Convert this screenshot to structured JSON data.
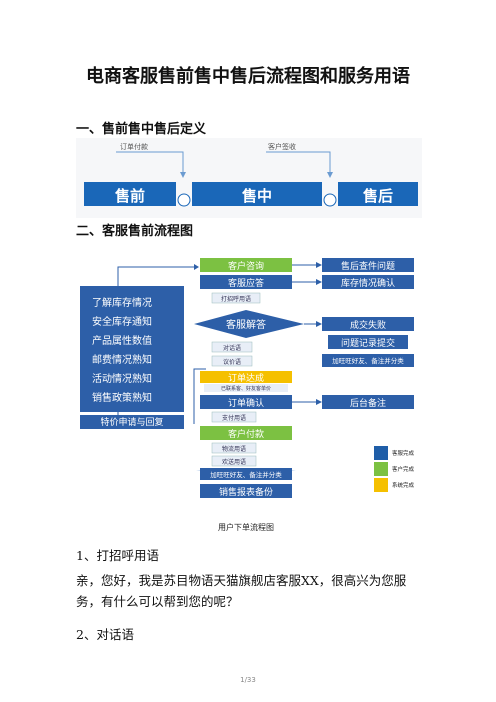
{
  "doc": {
    "title": "电商客服售前售中售后流程图和服务用语",
    "section1": "一、售前售中售后定义",
    "section2": "二、客服售前流程图",
    "item1": "1、打招呼用语",
    "greeting": "亲，您好，我是苏目物语天猫旗舰店客服XX，很高兴为您服务，有什么可以帮到您的呢？",
    "item2": "2、对话语",
    "page": "1/33"
  },
  "timeline": {
    "label_order_paid": "订单付款",
    "label_customer_signed": "客户签收",
    "stages": [
      "售前",
      "售中",
      "售后"
    ],
    "bar_color": "#1a67b8"
  },
  "flow": {
    "customer_consult": "客户咨询",
    "service_reply": "客服应答",
    "greeting_phrase": "打招呼用语",
    "service_answer": "客服解答",
    "dialog_phrase": "对话语",
    "objection_phrase": "议价语",
    "order_reached": "订单达成",
    "reached_note": "已联系客、好友客单价",
    "order_confirm": "订单确认",
    "payment_phrase": "支付用语",
    "customer_pay": "客户付款",
    "thanks_phrase": "物流用语",
    "farewell_phrase": "欢送用语",
    "add_friend": "加旺旺好友、备注并分类",
    "sales_backup": "销售报表备份",
    "after_sales": "售后查件问题",
    "stock_confirm": "库存情况确认",
    "deal_fail": "成交失败",
    "problem_submit": "问题记录提交",
    "add_friend_right": "加旺旺好友、备注并分类",
    "backend_note": "后台备注",
    "special_price": "特价申请与回复",
    "knowledge": [
      "了解库存情况",
      "安全库存通知",
      "产品属性数值",
      "邮费情况熟知",
      "活动情况熟知",
      "销售政策熟知"
    ],
    "caption": "用户下单流程图",
    "legend": [
      "客服完成",
      "客户完成",
      "系统完成"
    ],
    "colors": {
      "blue": "#1f5ea8",
      "green": "#7cc142",
      "yellow": "#f5c000",
      "light": "#e8eef7"
    }
  }
}
